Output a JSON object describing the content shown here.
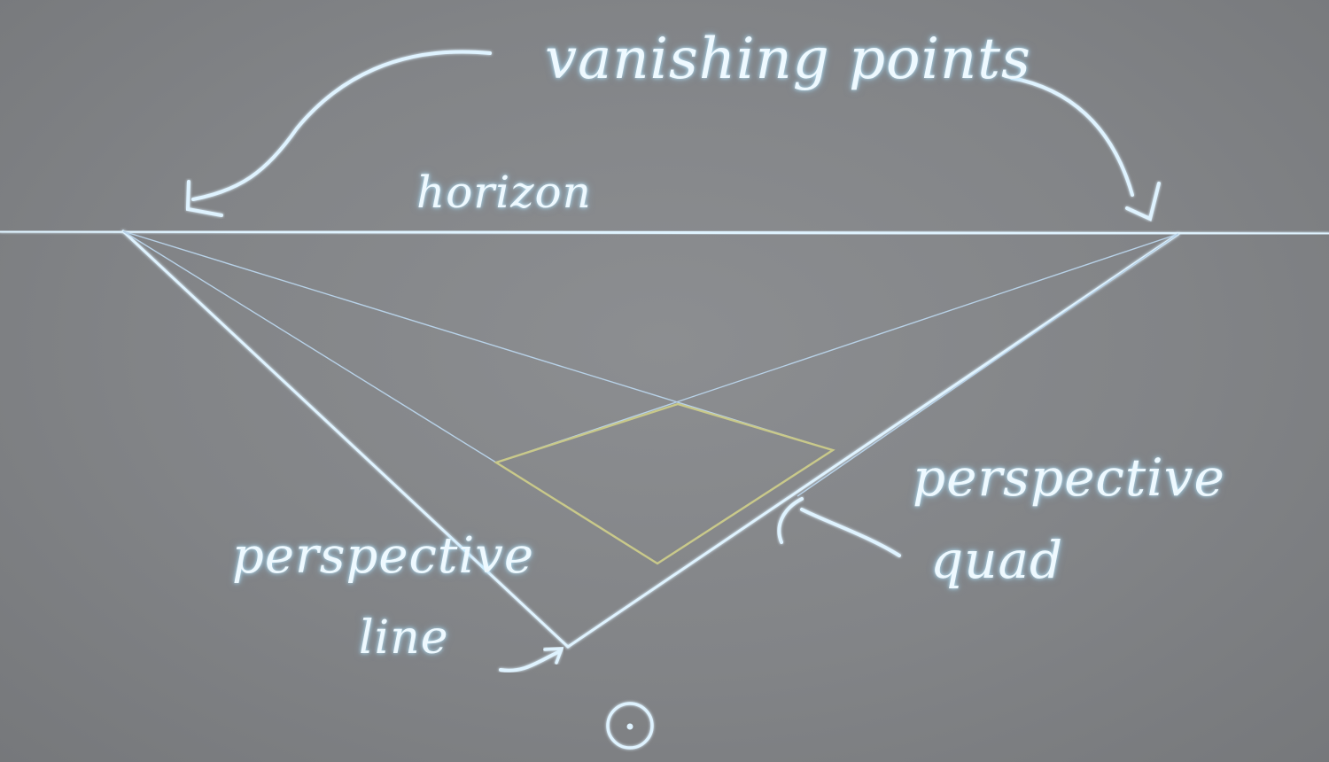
{
  "labels": {
    "vanishing_points": "vanishing points",
    "horizon": "horizon",
    "perspective_quad_line1": "perspective",
    "perspective_quad_line2": "quad",
    "perspective_line_line1": "perspective",
    "perspective_line_line2": "line"
  },
  "icons": {
    "target_marker": "circle-dot-icon"
  },
  "colors": {
    "background": "#828487",
    "projected_lines": "#dff3ff",
    "quad": "#c9c98a"
  }
}
